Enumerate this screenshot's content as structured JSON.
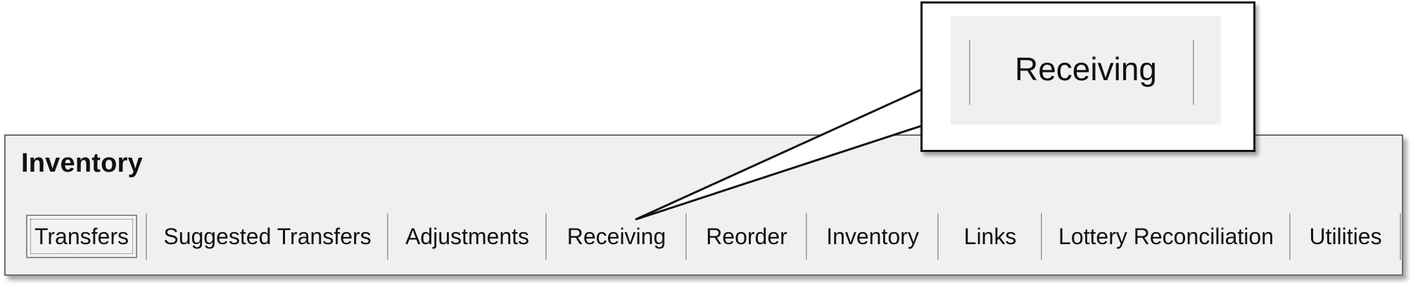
{
  "panel": {
    "title": "Inventory",
    "tabs": [
      {
        "label": "Transfers",
        "active": true
      },
      {
        "label": "Suggested Transfers",
        "active": false
      },
      {
        "label": "Adjustments",
        "active": false
      },
      {
        "label": "Receiving",
        "active": false
      },
      {
        "label": "Reorder",
        "active": false
      },
      {
        "label": "Inventory",
        "active": false
      },
      {
        "label": "Links",
        "active": false
      },
      {
        "label": "Lottery Reconciliation",
        "active": false
      },
      {
        "label": "Utilities",
        "active": false
      }
    ]
  },
  "callout": {
    "label": "Receiving",
    "points_to": "Receiving"
  },
  "colors": {
    "panel_bg": "#f0f0f0",
    "panel_border": "#6e6e6e",
    "separator": "#a8a8a8",
    "callout_border": "#111111"
  }
}
